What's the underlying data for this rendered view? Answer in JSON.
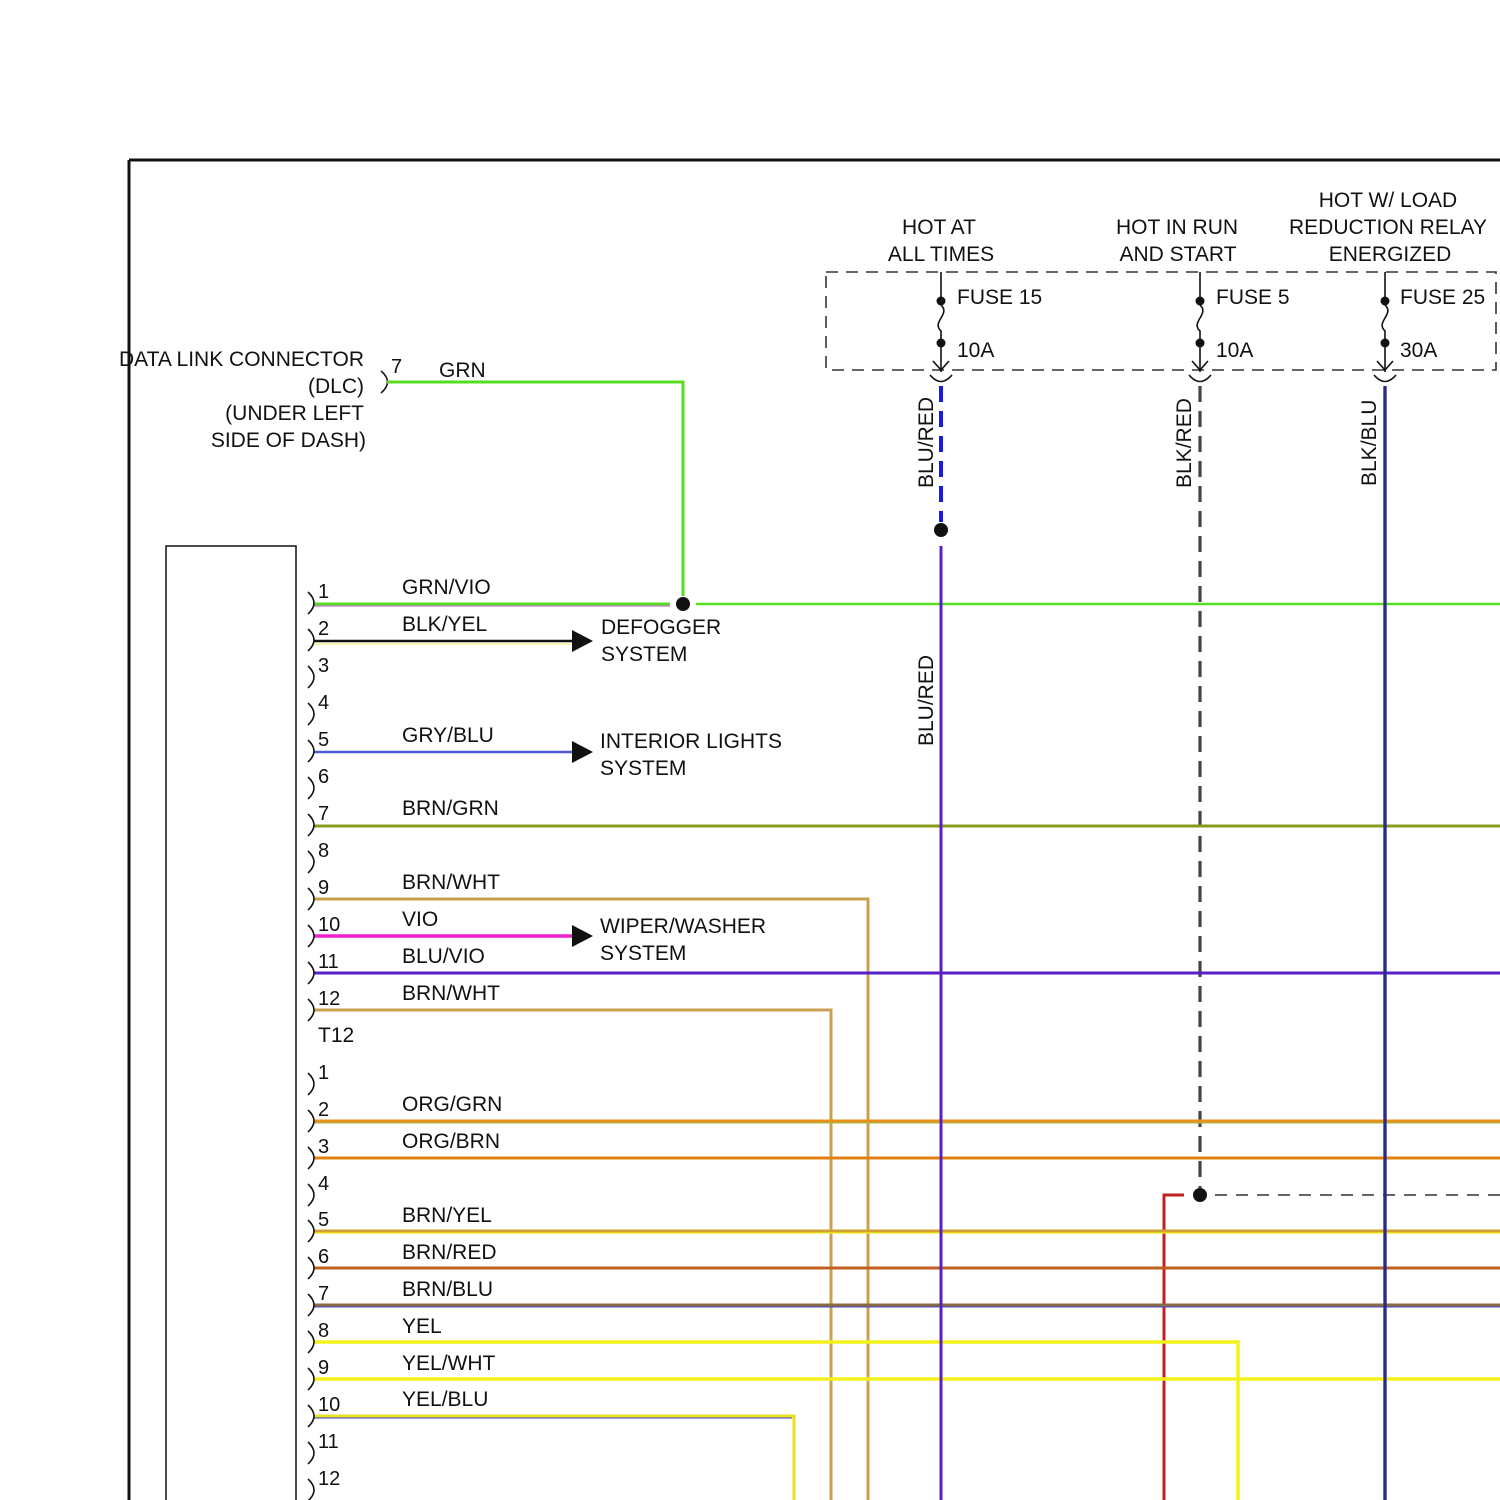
{
  "power_headers": {
    "hot_at_all_times": [
      "HOT AT",
      "ALL TIMES"
    ],
    "hot_in_run_and_start": [
      "HOT IN RUN",
      "AND START"
    ],
    "hot_w_load_reduction": [
      "HOT W/ LOAD",
      "REDUCTION RELAY",
      "ENERGIZED"
    ]
  },
  "fuses": [
    {
      "name": "FUSE 15",
      "rating": "10A"
    },
    {
      "name": "FUSE 5",
      "rating": "10A"
    },
    {
      "name": "FUSE 25",
      "rating": "30A"
    }
  ],
  "fuse_wires": {
    "fuse15_top": "BLU/RED",
    "fuse15_lower": "BLU/RED",
    "fuse5": "BLK/RED",
    "fuse25": "BLK/BLU"
  },
  "dlc": {
    "label": [
      "DATA LINK CONNECTOR",
      "(DLC)",
      "(UNDER LEFT",
      "SIDE OF DASH)"
    ],
    "pin": "7",
    "wire": "GRN"
  },
  "connector_a": {
    "pins": [
      {
        "num": "1",
        "wire": "GRN/VIO"
      },
      {
        "num": "2",
        "wire": "BLK/YEL"
      },
      {
        "num": "3",
        "wire": ""
      },
      {
        "num": "4",
        "wire": ""
      },
      {
        "num": "5",
        "wire": "GRY/BLU"
      },
      {
        "num": "6",
        "wire": ""
      },
      {
        "num": "7",
        "wire": "BRN/GRN"
      },
      {
        "num": "8",
        "wire": ""
      },
      {
        "num": "9",
        "wire": "BRN/WHT"
      },
      {
        "num": "10",
        "wire": "VIO"
      },
      {
        "num": "11",
        "wire": "BLU/VIO"
      },
      {
        "num": "12",
        "wire": "BRN/WHT"
      }
    ]
  },
  "connector_b": {
    "name": "T12",
    "pins": [
      {
        "num": "1",
        "wire": ""
      },
      {
        "num": "2",
        "wire": "ORG/GRN"
      },
      {
        "num": "3",
        "wire": "ORG/BRN"
      },
      {
        "num": "4",
        "wire": ""
      },
      {
        "num": "5",
        "wire": "BRN/YEL"
      },
      {
        "num": "6",
        "wire": "BRN/RED"
      },
      {
        "num": "7",
        "wire": "BRN/BLU"
      },
      {
        "num": "8",
        "wire": "YEL"
      },
      {
        "num": "9",
        "wire": "YEL/WHT"
      },
      {
        "num": "10",
        "wire": "YEL/BLU"
      },
      {
        "num": "11",
        "wire": ""
      },
      {
        "num": "12",
        "wire": ""
      }
    ]
  },
  "systems": {
    "defogger": [
      "DEFOGGER",
      "SYSTEM"
    ],
    "interior_lights": [
      "INTERIOR LIGHTS",
      "SYSTEM"
    ],
    "wiper_washer": [
      "WIPER/WASHER",
      "SYSTEM"
    ]
  },
  "colors": {
    "grn": "#55dd22",
    "blu": "#1a1adf",
    "vio": "#5a20c8",
    "magenta": "#ee22cc",
    "brown_tan": "#c8a050",
    "olive": "#8a9a20",
    "orange": "#e8901c",
    "yellow": "#f2f21a",
    "red": "#c02020",
    "dark_blue": "#2a2a88",
    "black": "#111111"
  }
}
